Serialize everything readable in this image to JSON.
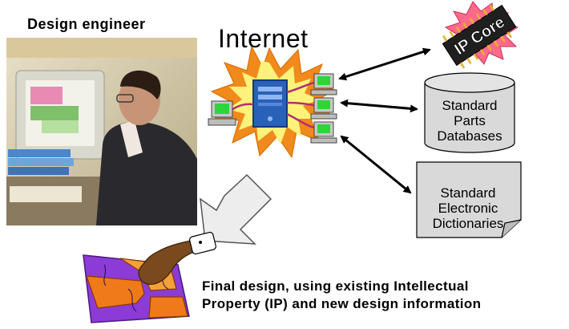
{
  "labels": {
    "design_engineer": "Design engineer",
    "internet": "Internet",
    "ip_core": "IP Core"
  },
  "standard_parts_databases": [
    "Standard",
    "Parts",
    "Databases"
  ],
  "standard_electronic_dictionaries": [
    "Standard",
    "Electronic",
    "Dictionaries"
  ],
  "caption": [
    "Final design, using existing Intellectual",
    "Property (IP) and new design information"
  ],
  "colors": {
    "starburst_outer": "#f08a1c",
    "starburst_inner": "#fff27a",
    "server_blue": "#2a61b8",
    "screen_green": "#2fd43b",
    "chip_burst": "#ff6a8a",
    "puzzle_purple": "#8c3bd6",
    "puzzle_orange": "#f07a1a",
    "database_fill": "#d9d9d9"
  }
}
